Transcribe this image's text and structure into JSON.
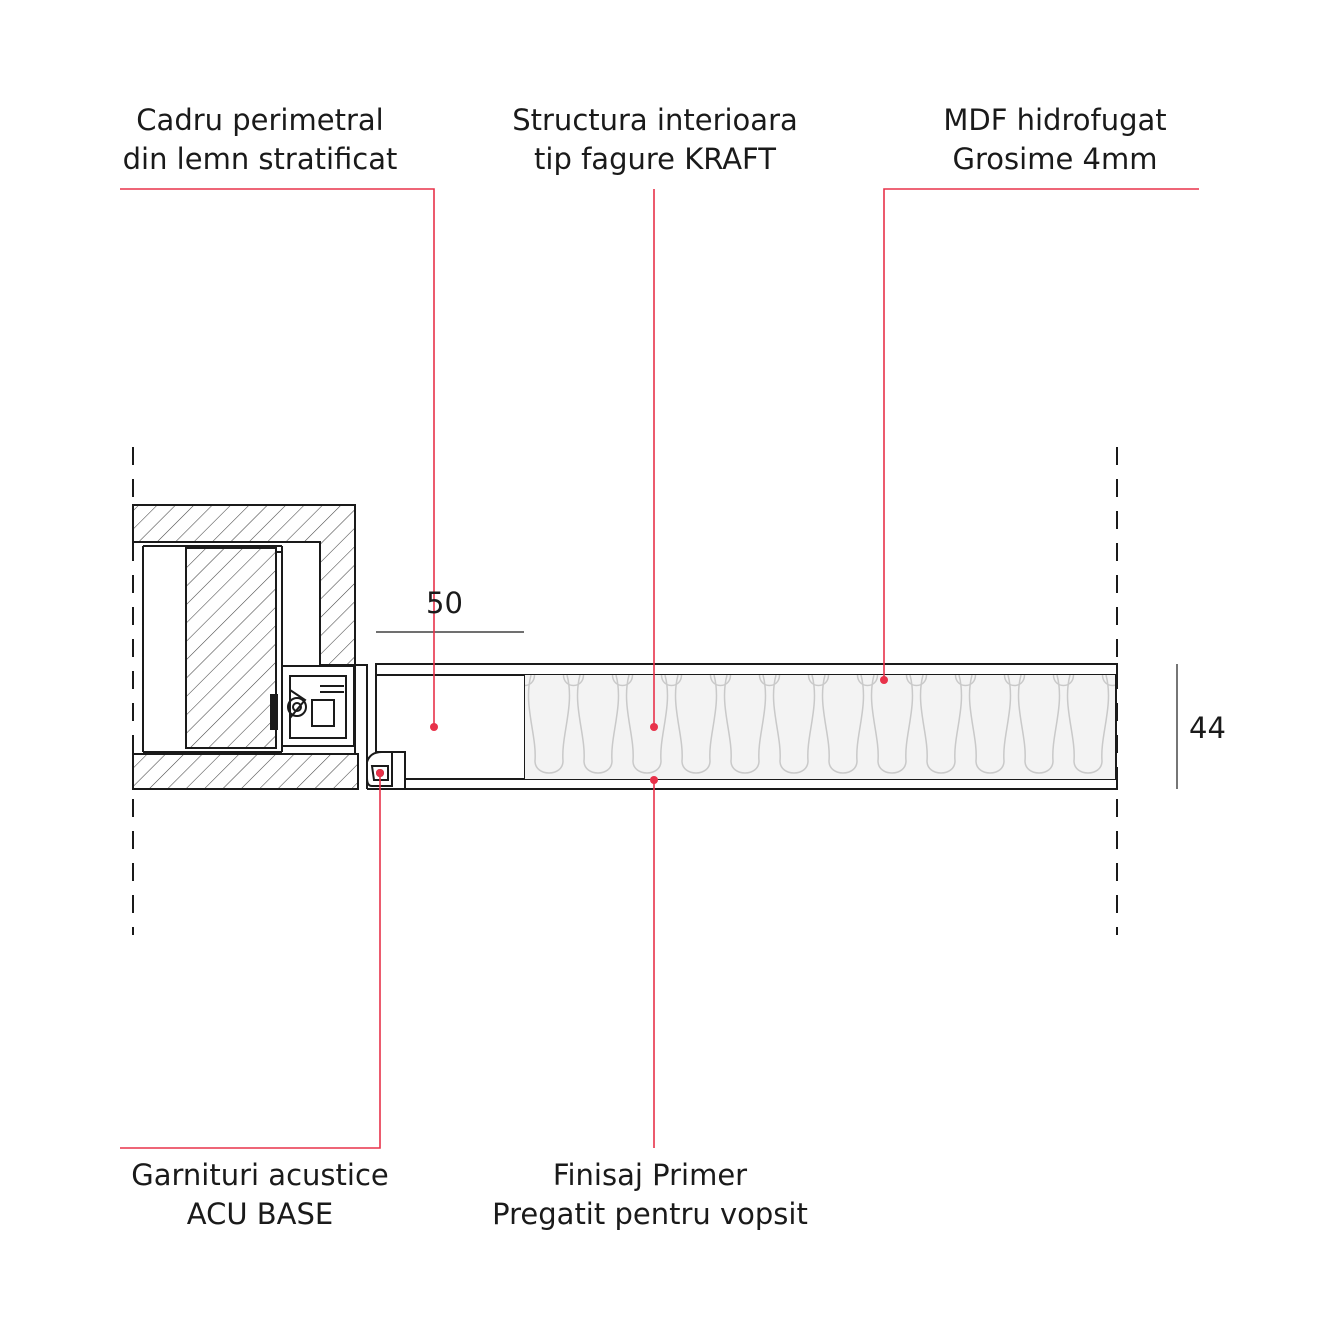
{
  "colors": {
    "leader": "#e8324a",
    "line": "#1a1a1a",
    "honeycomb_fill": "#f3f3f3",
    "honeycomb_stroke": "#c9c9c9",
    "hatch": "#444444"
  },
  "labels": {
    "frame": {
      "line1": "Cadru perimetral",
      "line2": "din lemn stratificat"
    },
    "core": {
      "line1": "Structura interioara",
      "line2": "tip fagure KRAFT"
    },
    "mdf": {
      "line1": "MDF hidrofugat",
      "line2": "Grosime 4mm"
    },
    "gasket": {
      "line1": "Garnituri acustice",
      "line2": "ACU BASE"
    },
    "finish": {
      "line1": "Finisaj Primer",
      "line2": "Pregatit pentru vopsit"
    }
  },
  "dimensions": {
    "frame_width": "50",
    "door_thickness": "44"
  }
}
